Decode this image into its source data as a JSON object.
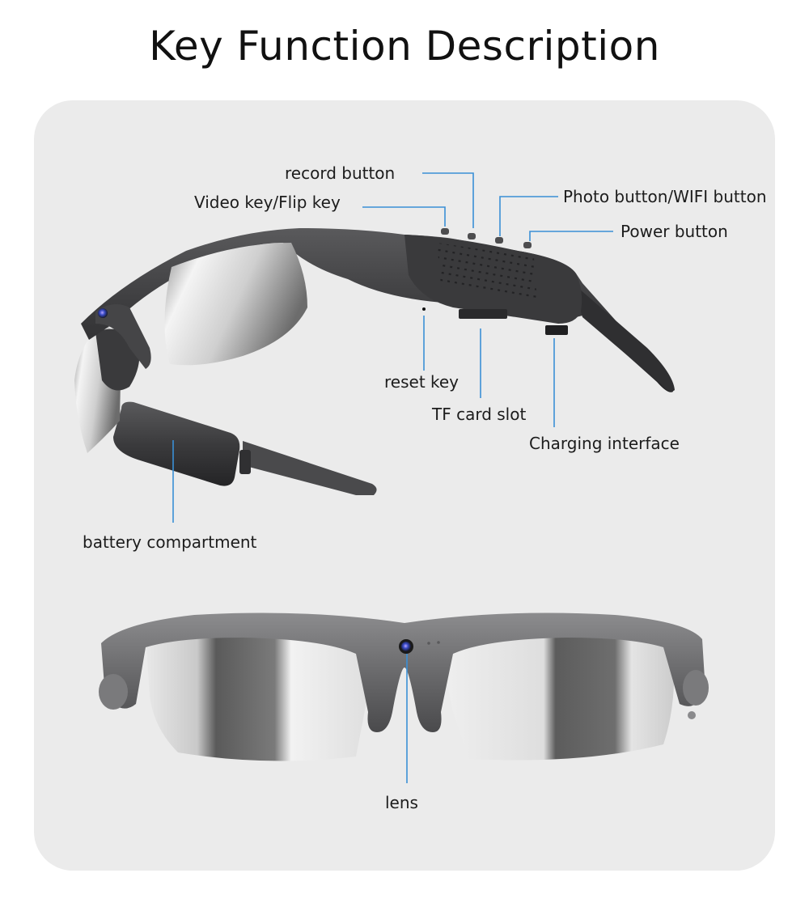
{
  "title": "Key Function Description",
  "colors": {
    "panel_background": "#ebebeb",
    "callout_line": "#3a8fd6",
    "frame": "#3e3e40",
    "lens_mirror": "#d9d9d9"
  },
  "diagrams": [
    {
      "name": "side-view-glasses",
      "callouts": [
        {
          "id": "record",
          "label": "record button"
        },
        {
          "id": "video",
          "label": "Video key/Flip key"
        },
        {
          "id": "photo",
          "label": "Photo button/WIFI button"
        },
        {
          "id": "power",
          "label": "Power button"
        },
        {
          "id": "reset",
          "label": "reset key"
        },
        {
          "id": "tf",
          "label": "TF card slot"
        },
        {
          "id": "charging",
          "label": "Charging interface"
        },
        {
          "id": "battery",
          "label": "battery compartment"
        }
      ]
    },
    {
      "name": "front-view-glasses",
      "callouts": [
        {
          "id": "lens",
          "label": "lens"
        }
      ]
    }
  ]
}
